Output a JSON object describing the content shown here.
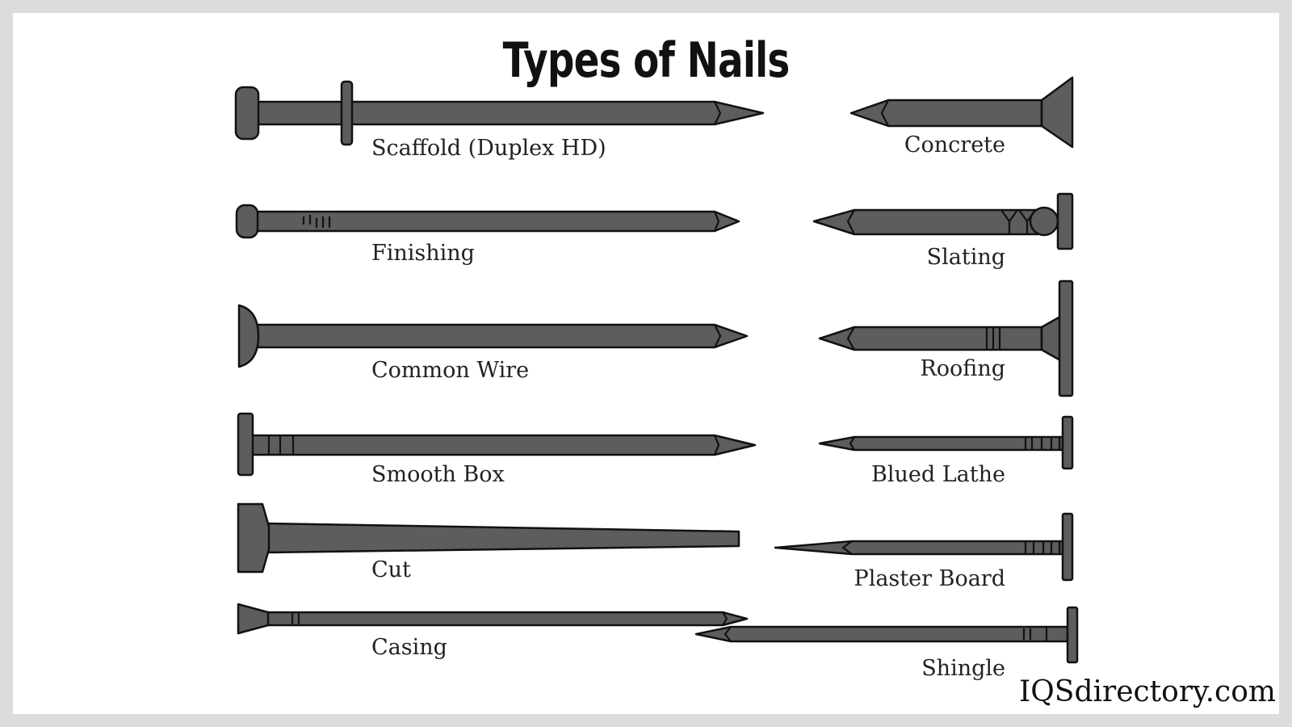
{
  "title": "Types of Nails",
  "brand": "IQSdirectory.com",
  "colors": {
    "nail_fill": "#5d5d5d",
    "outline": "#111111",
    "background": "#ffffff",
    "frame": "#dcdcdc"
  },
  "nails": {
    "scaffold": "Scaffold (Duplex HD)",
    "finishing": "Finishing",
    "common_wire": "Common Wire",
    "smooth_box": "Smooth Box",
    "cut": "Cut",
    "casing": "Casing",
    "concrete": "Concrete",
    "slating": "Slating",
    "roofing": "Roofing",
    "blued_lathe": "Blued Lathe",
    "plaster_board": "Plaster Board",
    "shingle": "Shingle"
  }
}
